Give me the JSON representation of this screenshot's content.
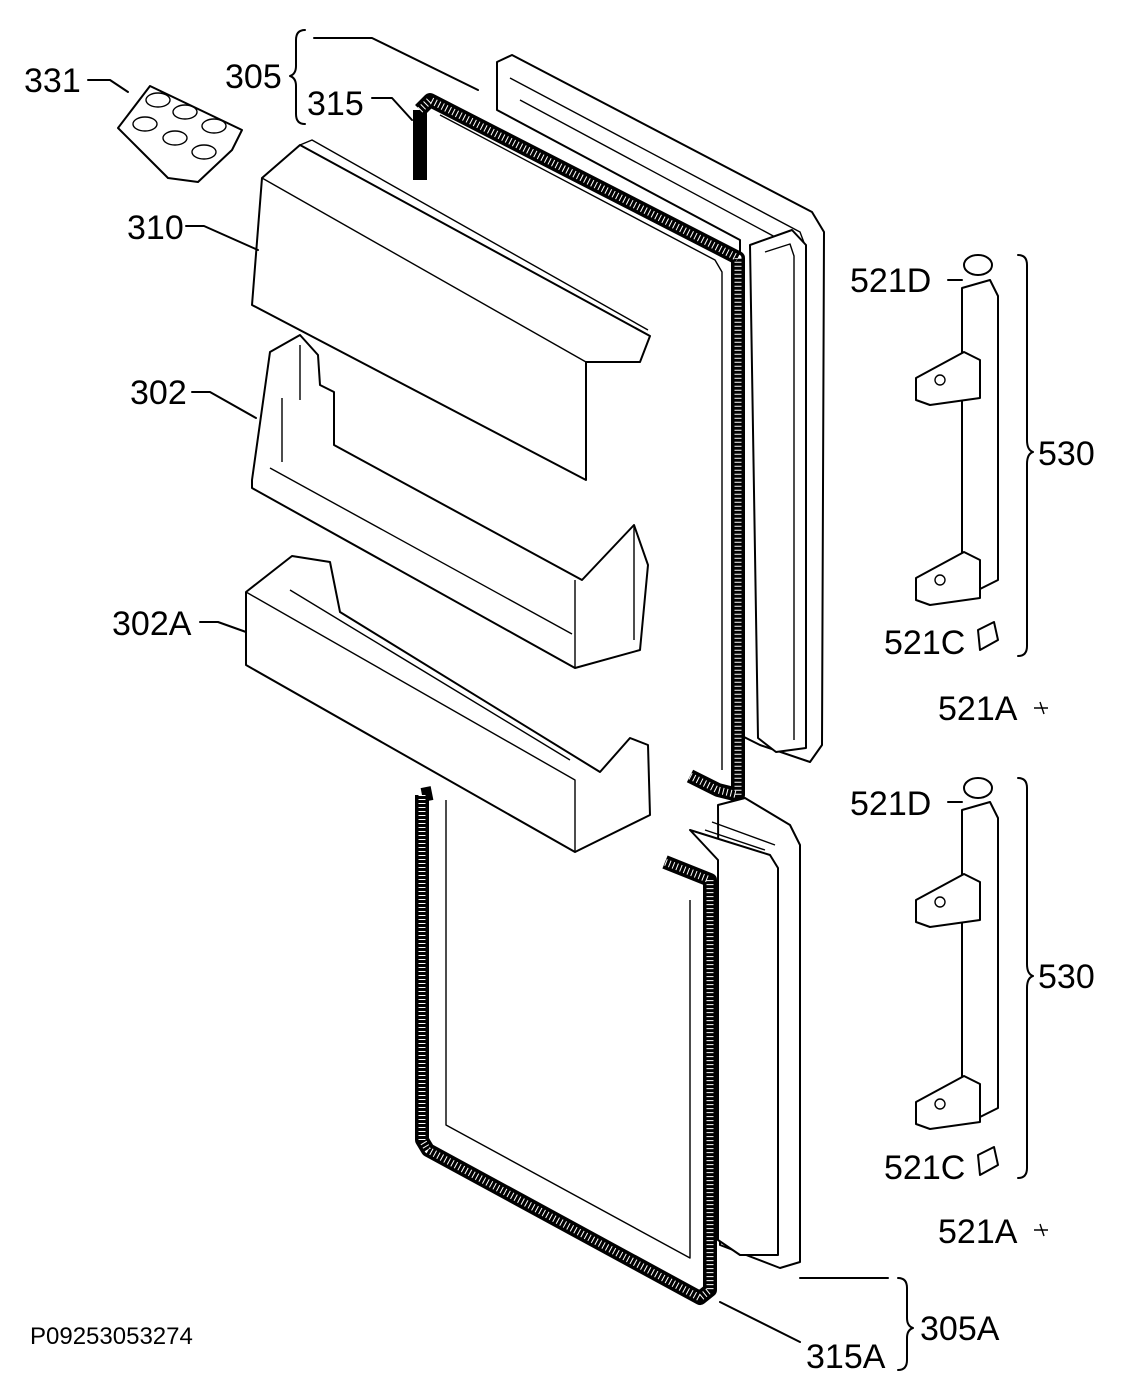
{
  "diagram": {
    "drawing_code": "P09253053274",
    "labels": {
      "egg_tray": "331",
      "upper_door": "305",
      "upper_gasket": "315",
      "shelf_lid": "310",
      "door_shelf": "302",
      "door_bottle_shelf": "302A",
      "lower_door": "305A",
      "lower_gasket": "315A",
      "upper_handle_assembly": "530",
      "upper_handle_cap": "521D",
      "upper_handle_cover": "521C",
      "upper_handle_screw": "521A",
      "lower_handle_assembly": "530",
      "lower_handle_cap": "521D",
      "lower_handle_cover": "521C",
      "lower_handle_screw": "521A"
    }
  }
}
